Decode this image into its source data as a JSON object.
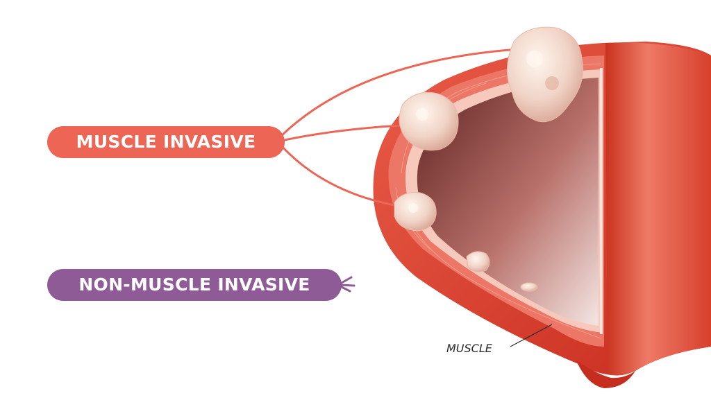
{
  "labels": {
    "muscle_invasive": "MUSCLE INVASIVE",
    "non_muscle_invasive": "NON-MUSCLE INVASIVE",
    "muscle": "MUSCLE"
  },
  "colors": {
    "muscle_invasive_pill": "#ec6555",
    "non_muscle_invasive_pill": "#8e5b96",
    "bladder_outer": "#d8402f",
    "muscle_layer": "#ec7766",
    "lining": "#f7c9bd",
    "lumen_dark": "#6e2c2a",
    "tumor": "#f3ddd2"
  }
}
